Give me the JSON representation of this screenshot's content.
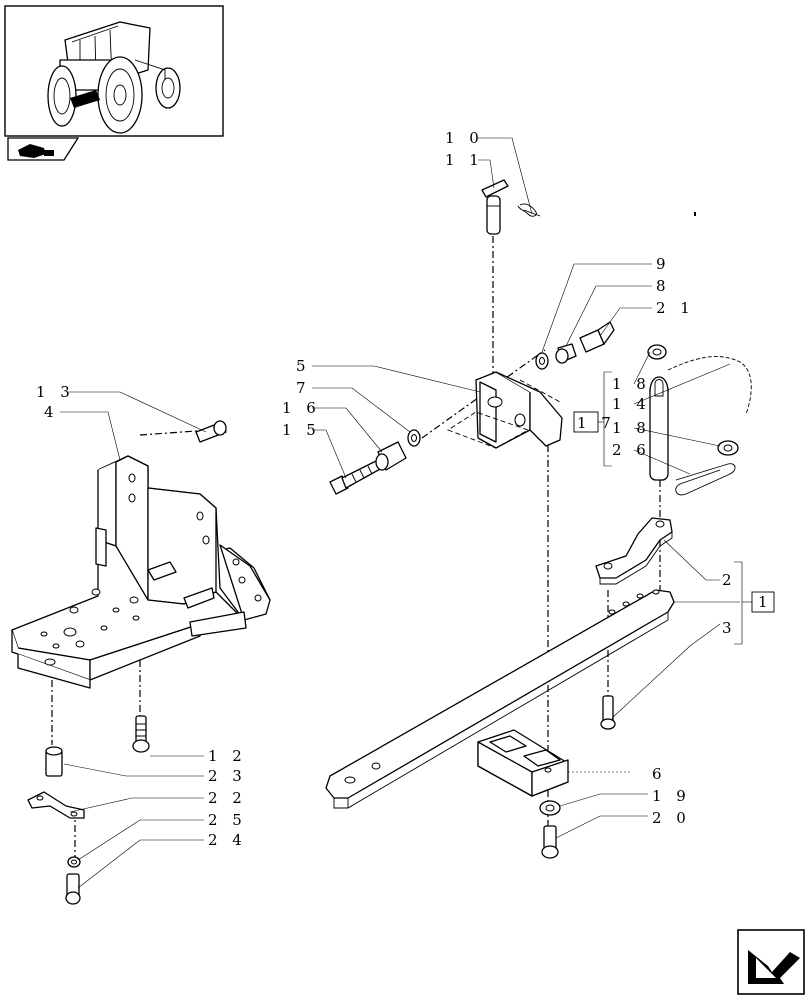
{
  "diagram": {
    "callouts": [
      {
        "id": "c10",
        "label": "1 0"
      },
      {
        "id": "c11",
        "label": "1 1"
      },
      {
        "id": "c9",
        "label": "9"
      },
      {
        "id": "c8",
        "label": "8"
      },
      {
        "id": "c21",
        "label": "2 1"
      },
      {
        "id": "c5",
        "label": "5"
      },
      {
        "id": "c7",
        "label": "7"
      },
      {
        "id": "c16",
        "label": "1 6"
      },
      {
        "id": "c15",
        "label": "1 5"
      },
      {
        "id": "c13",
        "label": "1 3"
      },
      {
        "id": "c4",
        "label": "4"
      },
      {
        "id": "c18a",
        "label": "1 8"
      },
      {
        "id": "c14",
        "label": "1 4"
      },
      {
        "id": "c18b",
        "label": "1 8"
      },
      {
        "id": "c26",
        "label": "2 6"
      },
      {
        "id": "c17",
        "label": "1 7"
      },
      {
        "id": "c2",
        "label": "2"
      },
      {
        "id": "c3",
        "label": "3"
      },
      {
        "id": "c1",
        "label": "1"
      },
      {
        "id": "c12",
        "label": "1 2"
      },
      {
        "id": "c23",
        "label": "2 3"
      },
      {
        "id": "c22",
        "label": "2 2"
      },
      {
        "id": "c25",
        "label": "2 5"
      },
      {
        "id": "c24",
        "label": "2 4"
      },
      {
        "id": "c6",
        "label": "6"
      },
      {
        "id": "c19",
        "label": "1 9"
      },
      {
        "id": "c20",
        "label": "2 0"
      }
    ],
    "icons": {
      "thumbnail": "tractor-thumbnail-icon",
      "group": "tractor-group-icon",
      "nav": "next-page-arrow-icon"
    }
  }
}
